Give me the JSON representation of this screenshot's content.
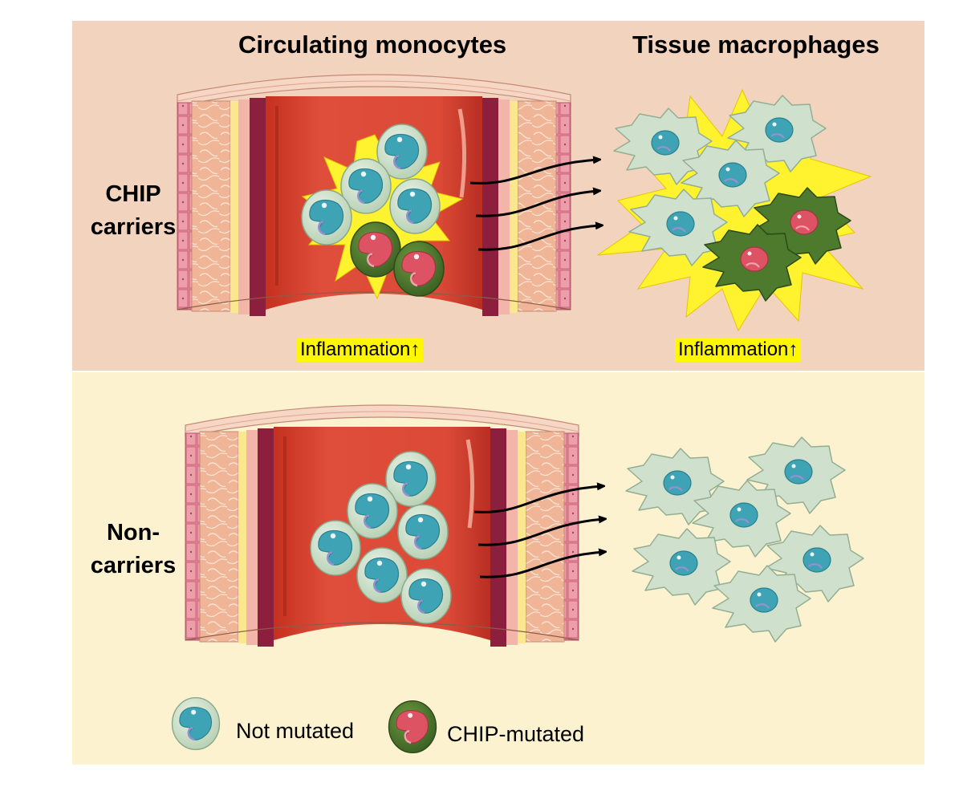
{
  "panel_titles": {
    "left": "Circulating monocytes",
    "right": "Tissue macrophages"
  },
  "rows": {
    "top": {
      "label": "CHIP\ncarriers",
      "vessel_annotation": "Inflammation↑",
      "tissue_annotation": "Inflammation↑"
    },
    "bottom": {
      "label": "Non-\ncarriers"
    }
  },
  "legend": {
    "not_mutated": "Not mutated",
    "chip_mutated": "CHIP-mutated"
  },
  "colors": {
    "top_background": "#f2d3bd",
    "bottom_background": "#fdf2cf",
    "vessel_lumen": "#d9473a",
    "not_mutated_cell": "#cfe3cf",
    "not_mutated_nucleus": "#3ba3b3",
    "mutated_cell": "#4e7a2f",
    "mutated_nucleus": "#d44b5a",
    "inflammation_burst": "#fff22e",
    "highlight": "#fff700"
  }
}
